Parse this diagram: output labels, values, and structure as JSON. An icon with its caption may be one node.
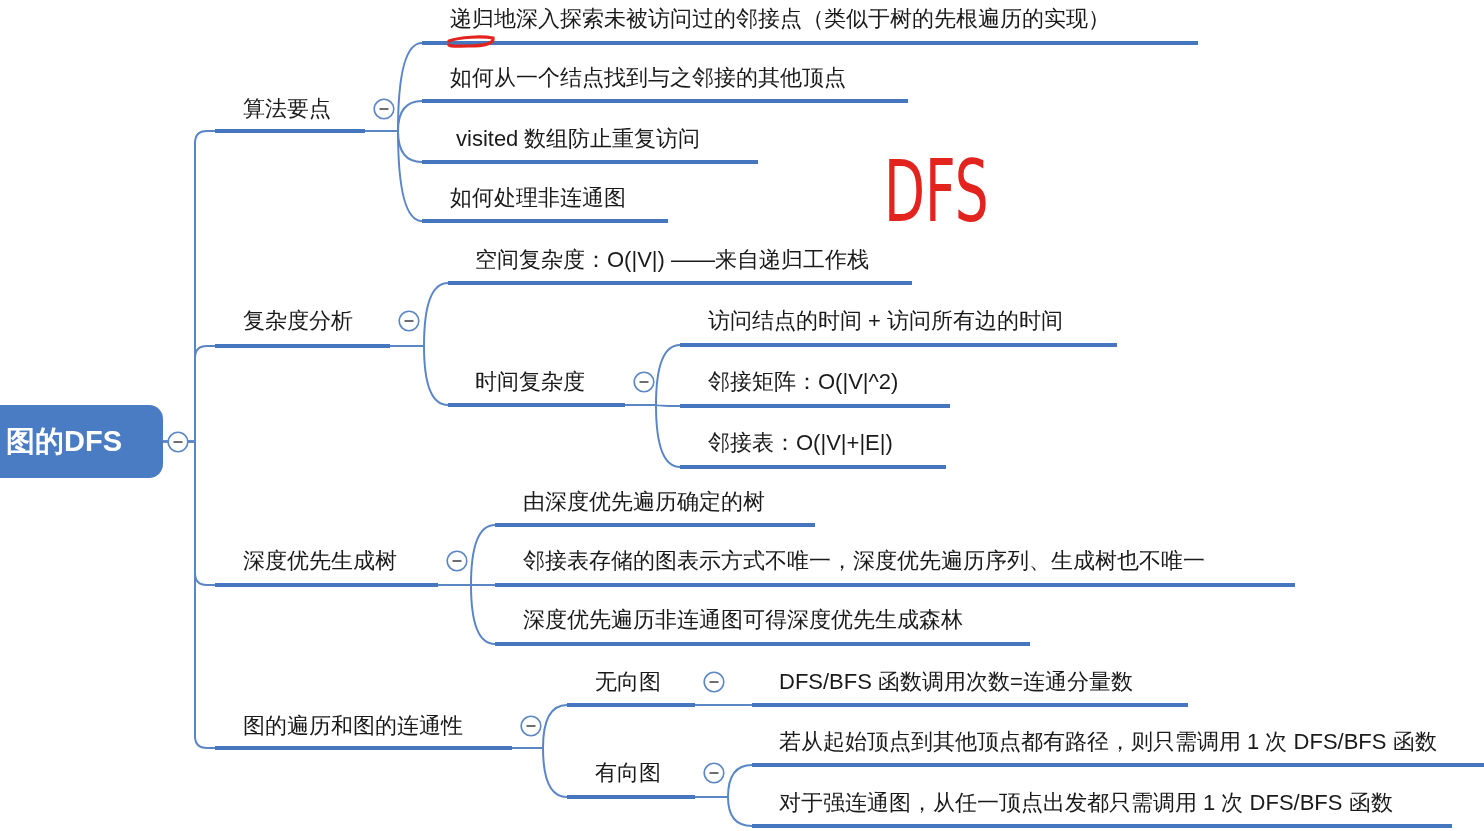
{
  "diagram": {
    "nodes": [
      {
        "text": [
          "图的DFS"
        ]
      },
      {
        "text": [
          "算法要点"
        ]
      },
      {
        "text": [
          "递归地深入探索未被访问过的邻接点（类似于树的先根遍历的实现）"
        ]
      },
      {
        "text": [
          "如何从一个结点找到与之邻接的其他顶点"
        ]
      },
      {
        "text": [
          "visited 数组防止重复访问"
        ]
      },
      {
        "text": [
          "如何处理非连通图"
        ]
      },
      {
        "text": [
          "复杂度分析"
        ]
      },
      {
        "text": [
          "空间复杂度：O(|V|) ——来自递归工作栈"
        ]
      },
      {
        "text": [
          "时间复杂度"
        ]
      },
      {
        "text": [
          "访问结点的时间 + 访问所有边的时间"
        ]
      },
      {
        "text": [
          "邻接矩阵：O(|V|^2)"
        ]
      },
      {
        "text": [
          "邻接表：O(|V|+|E|)"
        ]
      },
      {
        "text": [
          "深度优先生成树"
        ]
      },
      {
        "text": [
          "由深度优先遍历确定的树"
        ]
      },
      {
        "text": [
          "邻接表存储的图表示方式不唯一，深度优先遍历序列、生成树也不唯一"
        ]
      },
      {
        "text": [
          "深度优先遍历非连通图可得深度优先生成森林"
        ]
      },
      {
        "text": [
          "图的遍历和图的连通性"
        ]
      },
      {
        "text": [
          "无向图"
        ]
      },
      {
        "text": [
          "DFS/BFS 函数调用次数=连通分量数"
        ]
      },
      {
        "text": [
          "有向图"
        ]
      },
      {
        "text": [
          "若从起始顶点到其他顶点都有路径，则只需调用 1 次 DFS/BFS 函数"
        ]
      },
      {
        "text": [
          "对于强连通图，从任一顶点出发都只需调用 1 次 DFS/BFS 函数"
        ]
      }
    ],
    "edges": [
      {
        "from": 0,
        "to": 1,
        "arrow": "none"
      },
      {
        "from": 1,
        "to": 2,
        "arrow": "none"
      },
      {
        "from": 1,
        "to": 3,
        "arrow": "none"
      },
      {
        "from": 1,
        "to": 4,
        "arrow": "none"
      },
      {
        "from": 1,
        "to": 5,
        "arrow": "none"
      },
      {
        "from": 0,
        "to": 6,
        "arrow": "none"
      },
      {
        "from": 6,
        "to": 7,
        "arrow": "none"
      },
      {
        "from": 6,
        "to": 8,
        "arrow": "none"
      },
      {
        "from": 8,
        "to": 9,
        "arrow": "none"
      },
      {
        "from": 8,
        "to": 10,
        "arrow": "none"
      },
      {
        "from": 8,
        "to": 11,
        "arrow": "none"
      },
      {
        "from": 0,
        "to": 12,
        "arrow": "none"
      },
      {
        "from": 12,
        "to": 13,
        "arrow": "none"
      },
      {
        "from": 12,
        "to": 14,
        "arrow": "none"
      },
      {
        "from": 12,
        "to": 15,
        "arrow": "none"
      },
      {
        "from": 0,
        "to": 16,
        "arrow": "none"
      },
      {
        "from": 16,
        "to": 17,
        "arrow": "none"
      },
      {
        "from": 17,
        "to": 18,
        "arrow": "none"
      },
      {
        "from": 16,
        "to": 19,
        "arrow": "none"
      },
      {
        "from": 19,
        "to": 20,
        "arrow": "none"
      },
      {
        "from": 19,
        "to": 21,
        "arrow": "none"
      }
    ],
    "labels": [
      "DFS"
    ]
  }
}
